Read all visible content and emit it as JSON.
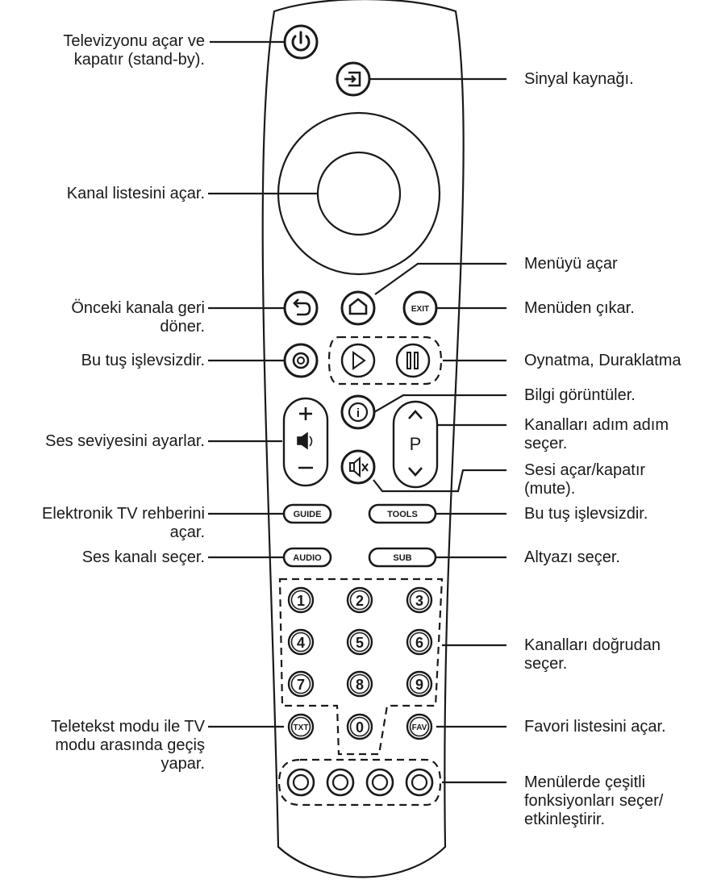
{
  "remote": {
    "buttons": {
      "exit": "EXIT",
      "guide": "GUIDE",
      "tools": "TOOLS",
      "audio": "AUDIO",
      "sub": "SUB",
      "txt": "TXT",
      "fav": "FAV",
      "p": "P",
      "digits": [
        "1",
        "2",
        "3",
        "4",
        "5",
        "6",
        "7",
        "8",
        "9",
        "0"
      ]
    }
  },
  "labels": {
    "power": "Televizyonu açar ve\nkapatır (stand-by).",
    "source": "Sinyal kaynağı.",
    "channel_list": "Kanal listesini açar.",
    "menu": "Menüyü açar",
    "back": "Önceki kanala geri\ndöner.",
    "exit": "Menüden çıkar.",
    "disabled_1": "Bu tuş işlevsizdir.",
    "play_pause": "Oynatma, Duraklatma",
    "info": "Bilgi görüntüler.",
    "volume": "Ses seviyesini ayarlar.",
    "channel_step": "Kanalları adım adım\nseçer.",
    "mute": "Sesi açar/kapatır\n(mute).",
    "guide": "Elektronik TV rehberini\naçar.",
    "disabled_2": "Bu tuş işlevsizdir.",
    "audio": "Ses kanalı seçer.",
    "subtitle": "Altyazı seçer.",
    "direct_channel": "Kanalları doğrudan\nseçer.",
    "teletext": "Teletekst modu ile TV\nmodu arasında geçiş\nyapar.",
    "favorites": "Favori listesini açar.",
    "color_keys": "Menülerde çeşitli\nfonksiyonları seçer/\netkinleştirir."
  },
  "icons": [
    "power-icon",
    "source-icon",
    "back-icon",
    "home-icon",
    "play-icon",
    "pause-icon",
    "info-icon",
    "volume-icon",
    "mute-icon",
    "chevron-up-icon",
    "chevron-down-icon"
  ]
}
